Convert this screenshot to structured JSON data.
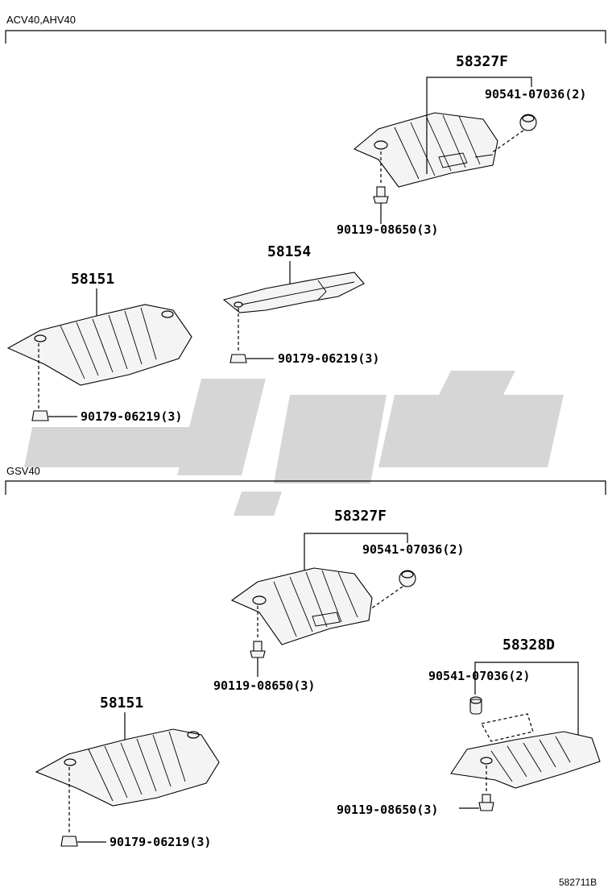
{
  "sections": [
    {
      "label": "ACV40,AHV40"
    },
    {
      "label": "GSV40"
    }
  ],
  "labels": {
    "a_58327F": "58327F",
    "a_90541": "90541-07036(2)",
    "a_90119": "90119-08650(3)",
    "a_58154": "58154",
    "a_90179_mid": "90179-06219(3)",
    "a_58151": "58151",
    "a_90179_left": "90179-06219(3)",
    "g_58327F": "58327F",
    "g_90541": "90541-07036(2)",
    "g_90119": "90119-08650(3)",
    "g_58328D": "58328D",
    "g_90541_right": "90541-07036(2)",
    "g_90119_right": "90119-08650(3)",
    "g_58151": "58151",
    "g_90179": "90179-06219(3)"
  },
  "footer": {
    "code": "582711B"
  },
  "colors": {
    "watermark": "#d6d6d6",
    "line": "#000000",
    "part_fill": "#f4f4f4"
  }
}
